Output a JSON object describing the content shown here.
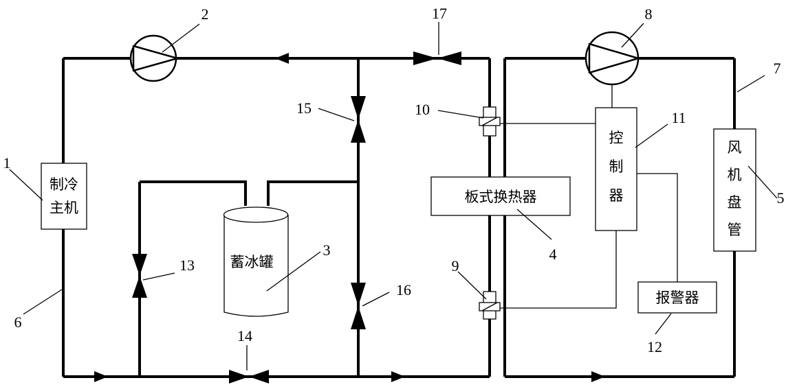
{
  "components": {
    "chiller": {
      "lines": [
        "制冷",
        "主机"
      ],
      "number": "1"
    },
    "chiller_pump": {
      "number": "2"
    },
    "ice_tank": {
      "label": "蓄冰罐",
      "number": "3"
    },
    "heat_exchanger": {
      "label": "板式换热器",
      "number": "4"
    },
    "fan_coil": {
      "lines": [
        "风",
        "机",
        "盘",
        "管"
      ],
      "number": "5"
    },
    "primary_pipe": {
      "number": "6"
    },
    "secondary_pipe": {
      "number": "7"
    },
    "secondary_pump": {
      "number": "8"
    },
    "sensor_outlet": {
      "number": "9"
    },
    "sensor_inlet": {
      "number": "10"
    },
    "controller": {
      "lines": [
        "控",
        "制",
        "器"
      ],
      "number": "11"
    },
    "alarm": {
      "label": "报警器",
      "number": "12"
    },
    "valve_13": {
      "number": "13"
    },
    "valve_14": {
      "number": "14"
    },
    "valve_15": {
      "number": "15"
    },
    "valve_16": {
      "number": "16"
    },
    "valve_17": {
      "number": "17"
    }
  },
  "colors": {
    "line": "#000000",
    "background": "#ffffff"
  }
}
